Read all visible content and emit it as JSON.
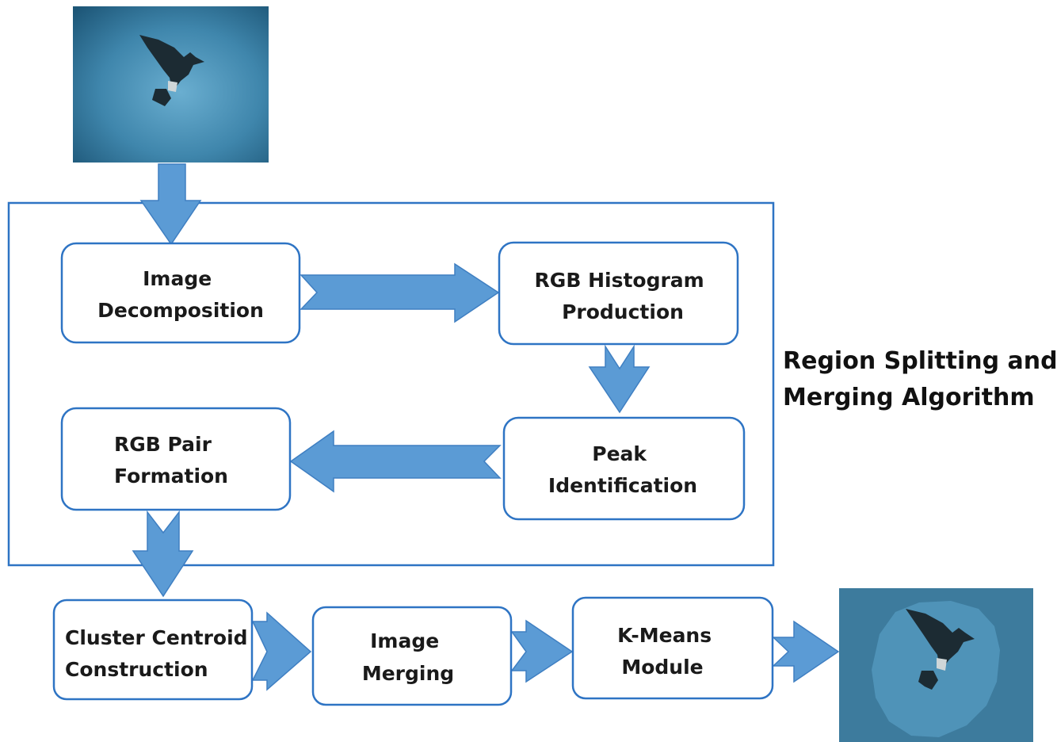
{
  "region_label": [
    "Region Splitting  and",
    "Merging Algorithm"
  ],
  "steps": {
    "image_decomposition": [
      "Image",
      "Decomposition"
    ],
    "rgb_histogram": [
      "RGB Histogram",
      "Production"
    ],
    "peak_identification": [
      "Peak",
      "Identification"
    ],
    "rgb_pair": [
      "RGB Pair",
      "Formation"
    ],
    "cluster_centroid": [
      "Cluster Centroid",
      "Construction"
    ],
    "image_merging": [
      "Image",
      "Merging"
    ],
    "kmeans": [
      "K-Means",
      "Module"
    ]
  },
  "images": {
    "input": "eagle-input-photo",
    "output": "eagle-segmented-output"
  },
  "colors": {
    "box_stroke": "#2e74c4",
    "arrow_fill": "#5b9bd5",
    "input_bg_center": "#5fa2c4",
    "input_bg_edge": "#1f5c7e",
    "output_outer": "#3d7b9d",
    "output_inner": "#4f93b8"
  }
}
